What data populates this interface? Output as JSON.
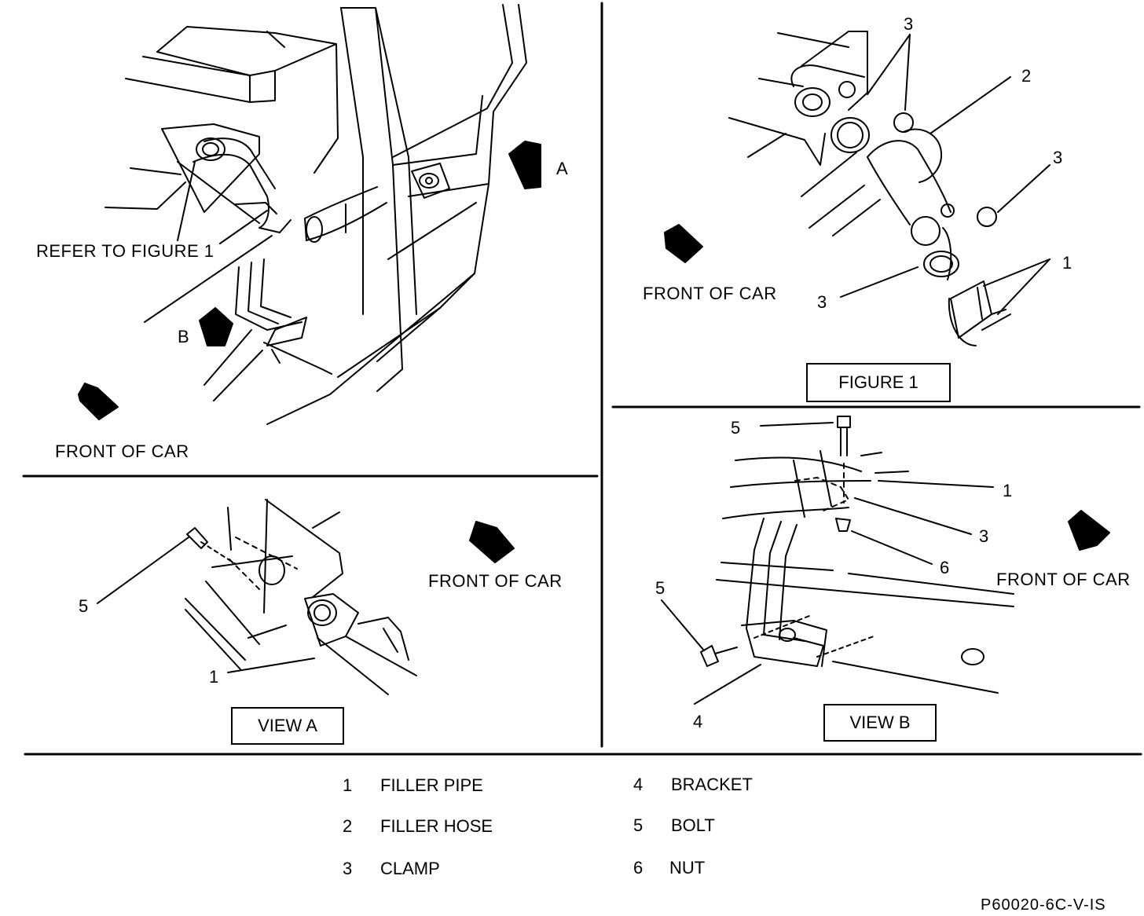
{
  "main_view": {
    "refer_label": "REFER TO FIGURE 1",
    "view_a_arrow": "A",
    "view_b_arrow": "B",
    "front_label": "FRONT OF CAR"
  },
  "figure1": {
    "title": "FIGURE 1",
    "front_label": "FRONT OF CAR",
    "callouts": [
      "3",
      "2",
      "3",
      "1",
      "3"
    ]
  },
  "view_a": {
    "title": "VIEW A",
    "front_label": "FRONT OF CAR",
    "callouts": [
      "5",
      "1"
    ]
  },
  "view_b": {
    "title": "VIEW B",
    "front_label": "FRONT OF CAR",
    "callouts": [
      "5",
      "1",
      "3",
      "6",
      "5",
      "4"
    ]
  },
  "legend": [
    {
      "num": "1",
      "text": "FILLER PIPE"
    },
    {
      "num": "2",
      "text": "FILLER HOSE"
    },
    {
      "num": "3",
      "text": "CLAMP"
    },
    {
      "num": "4",
      "text": "BRACKET"
    },
    {
      "num": "5",
      "text": "BOLT"
    },
    {
      "num": "6",
      "text": "NUT"
    }
  ],
  "figure_code": "P60020-6C-V-IS"
}
